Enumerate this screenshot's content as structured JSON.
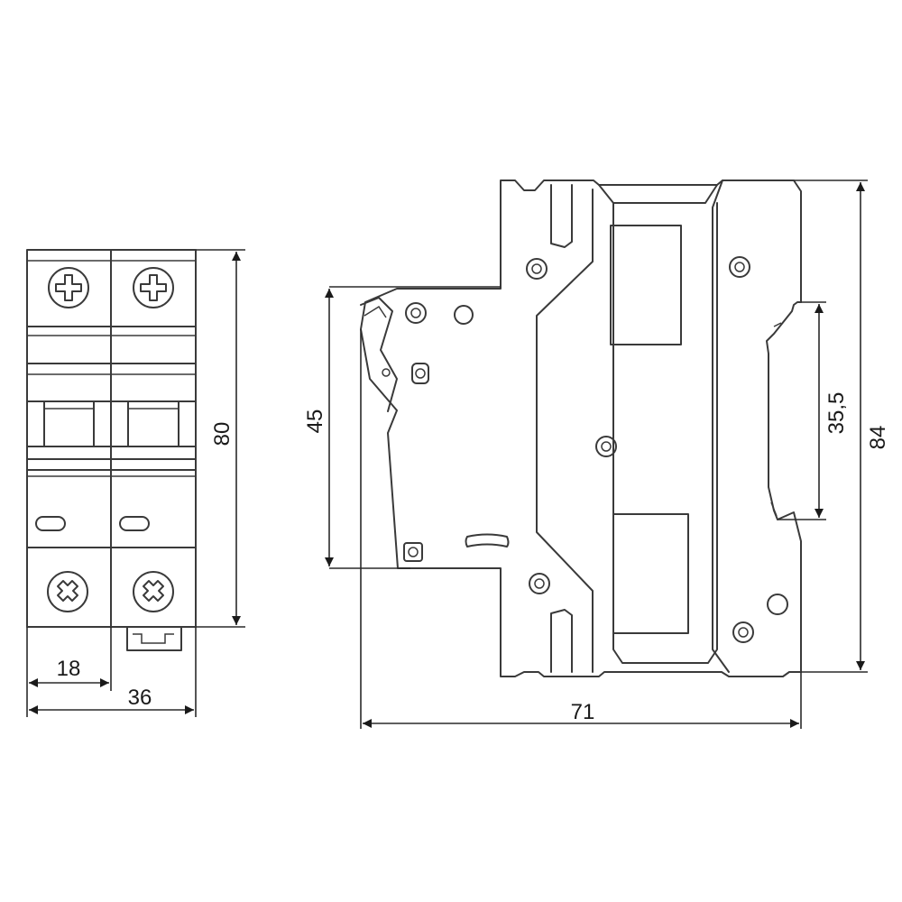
{
  "dimensions": {
    "front_width_single": "18",
    "front_width_total": "36",
    "front_height": "80",
    "side_depth": "71",
    "side_mid_height": "45",
    "side_rail_height": "35,5",
    "side_total_height": "84"
  },
  "colors": {
    "line": "#3a3a3a",
    "background": "#ffffff"
  }
}
